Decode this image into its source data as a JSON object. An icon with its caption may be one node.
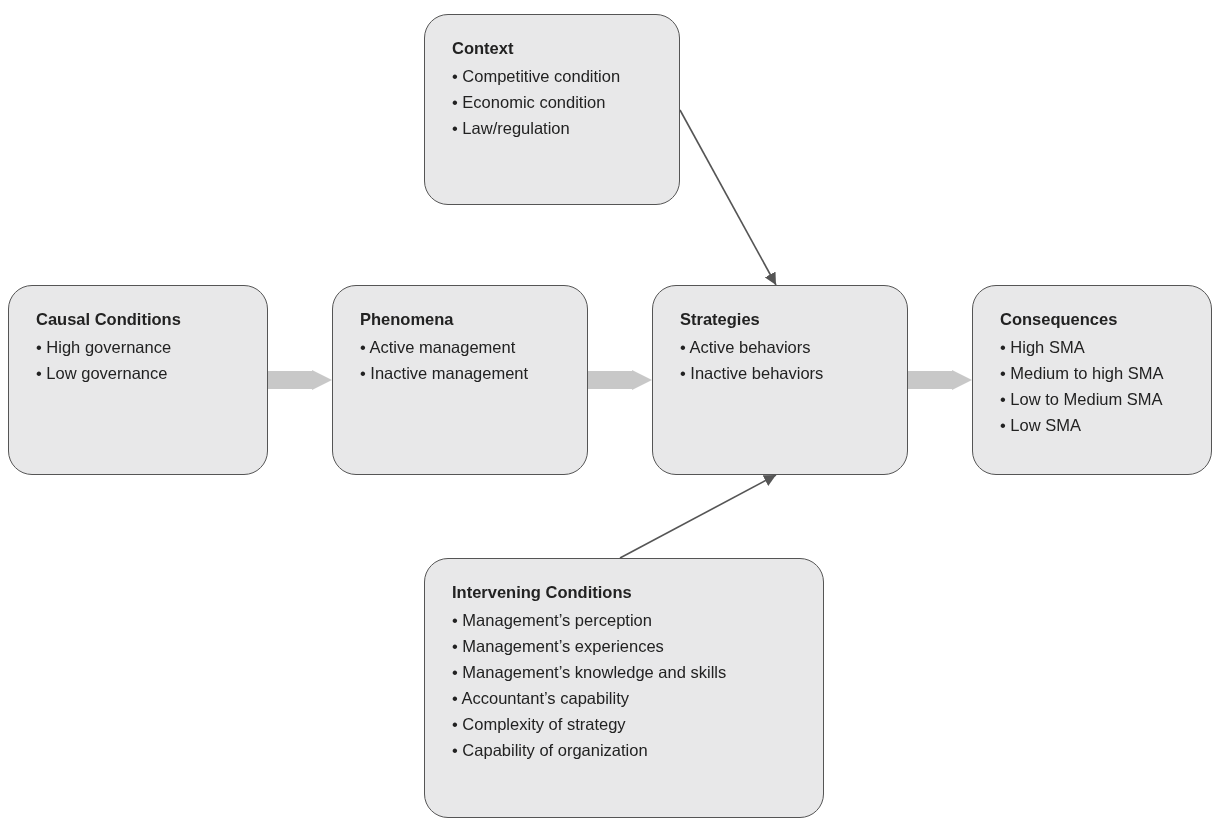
{
  "diagram": {
    "nodes": [
      {
        "text": [
          "Causal Conditions",
          "• High governance",
          "• Low governance"
        ]
      },
      {
        "text": [
          "Phenomena",
          "• Active management",
          "• Inactive management"
        ]
      },
      {
        "text": [
          "Strategies",
          "• Active behaviors",
          "• Inactive behaviors"
        ]
      },
      {
        "text": [
          "Consequences",
          "• High SMA",
          "• Medium to high SMA",
          "• Low to Medium SMA",
          "• Low SMA"
        ]
      },
      {
        "text": [
          "Context",
          "• Competitive condition",
          "• Economic condition",
          "• Law/regulation"
        ]
      },
      {
        "text": [
          "Intervening Conditions",
          "• Management’s perception",
          "• Management’s experiences",
          "• Management’s knowledge and skills",
          "• Accountant’s capability",
          "• Complexity of strategy",
          "• Capability of organization"
        ]
      }
    ],
    "edges": [
      {
        "from": 0,
        "to": 1,
        "arrow": "to"
      },
      {
        "from": 1,
        "to": 2,
        "arrow": "to"
      },
      {
        "from": 2,
        "to": 3,
        "arrow": "to"
      },
      {
        "from": 4,
        "to": 2,
        "arrow": "to",
        "color": "#555555"
      },
      {
        "from": 5,
        "to": 2,
        "arrow": "to",
        "color": "#555555"
      }
    ]
  }
}
